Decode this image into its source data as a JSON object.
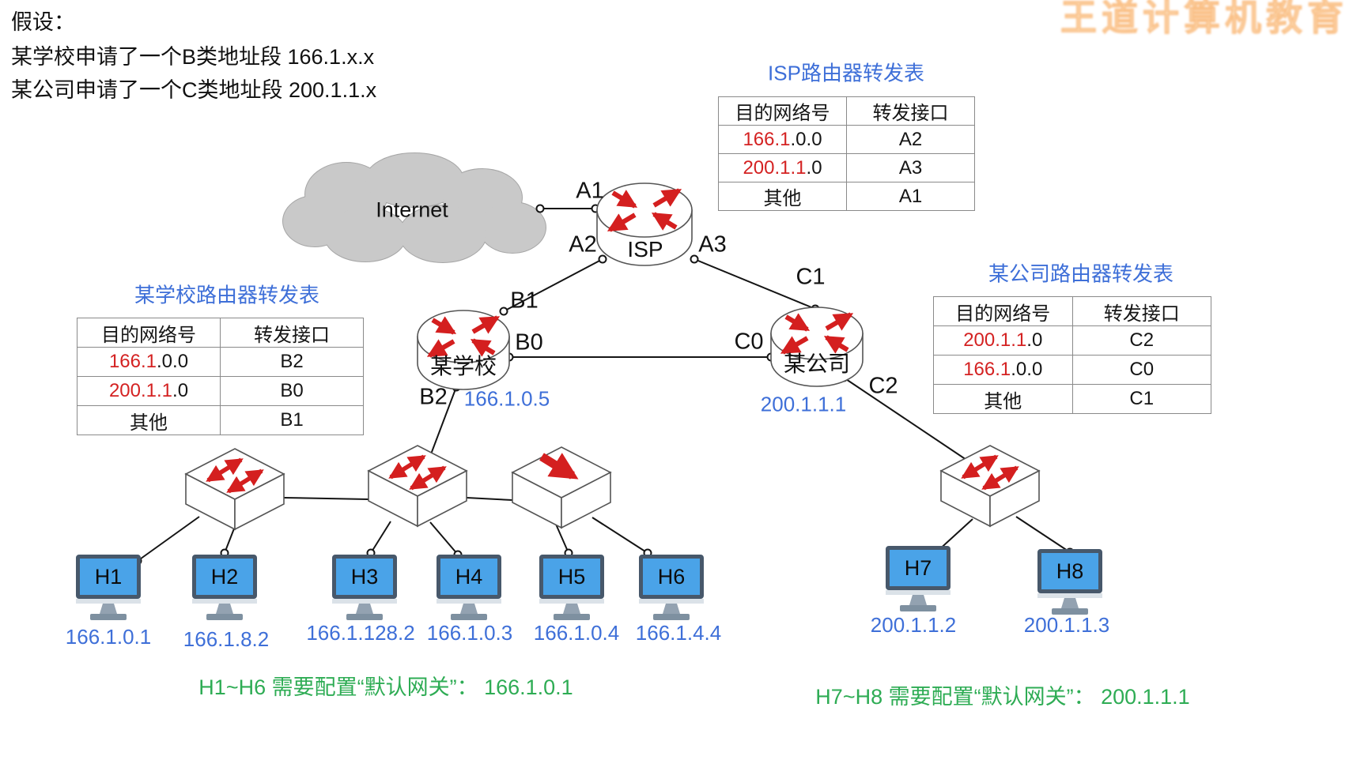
{
  "assumptions": {
    "title": "假设：",
    "line1": "某学校申请了一个B类地址段 166.1.x.x",
    "line2": "某公司申请了一个C类地址段 200.1.1.x"
  },
  "tables": {
    "headers": {
      "dest": "目的网络号",
      "iface": "转发接口"
    },
    "isp": {
      "title": "ISP路由器转发表",
      "rows": [
        {
          "red": "166.1",
          "black": ".0.0",
          "iface": "A2"
        },
        {
          "red": "200.1.1",
          "black": ".0",
          "iface": "A3"
        },
        {
          "red": "",
          "black": "其他",
          "iface": "A1"
        }
      ]
    },
    "school": {
      "title": "某学校路由器转发表",
      "rows": [
        {
          "red": "166.1",
          "black": ".0.0",
          "iface": "B2"
        },
        {
          "red": "200.1.1",
          "black": ".0",
          "iface": "B0"
        },
        {
          "red": "",
          "black": "其他",
          "iface": "B1"
        }
      ]
    },
    "company": {
      "title": "某公司路由器转发表",
      "rows": [
        {
          "red": "200.1.1",
          "black": ".0",
          "iface": "C2"
        },
        {
          "red": "166.1",
          "black": ".0.0",
          "iface": "C0"
        },
        {
          "red": "",
          "black": "其他",
          "iface": "C1"
        }
      ]
    }
  },
  "cloud": {
    "label": "Internet"
  },
  "routers": {
    "isp": {
      "label": "ISP"
    },
    "school": {
      "label": "某学校",
      "b2_ip": "166.1.0.5"
    },
    "company": {
      "label": "某公司",
      "c2_ip": "200.1.1.1"
    }
  },
  "interfaces": {
    "a1": "A1",
    "a2": "A2",
    "a3": "A3",
    "b0": "B0",
    "b1": "B1",
    "b2": "B2",
    "c0": "C0",
    "c1": "C1",
    "c2": "C2"
  },
  "hosts": [
    {
      "name": "H1",
      "ip": "166.1.0.1"
    },
    {
      "name": "H2",
      "ip": "166.1.8.2"
    },
    {
      "name": "H3",
      "ip": "166.1.128.2"
    },
    {
      "name": "H4",
      "ip": "166.1.0.3"
    },
    {
      "name": "H5",
      "ip": "166.1.0.4"
    },
    {
      "name": "H6",
      "ip": "166.1.4.4"
    },
    {
      "name": "H7",
      "ip": "200.1.1.2"
    },
    {
      "name": "H8",
      "ip": "200.1.1.3"
    }
  ],
  "notes": {
    "school_gateway": "H1~H6 需要配置“默认网关”： 166.1.0.1",
    "company_gateway": "H7~H8 需要配置“默认网关”： 200.1.1.1"
  },
  "watermark": "王道计算机教育",
  "colors": {
    "blue": "#3e6fd8",
    "red": "#d42222",
    "green": "#2eac54",
    "cloud": "#c9c9c9",
    "host_screen": "#4aa3e8"
  }
}
